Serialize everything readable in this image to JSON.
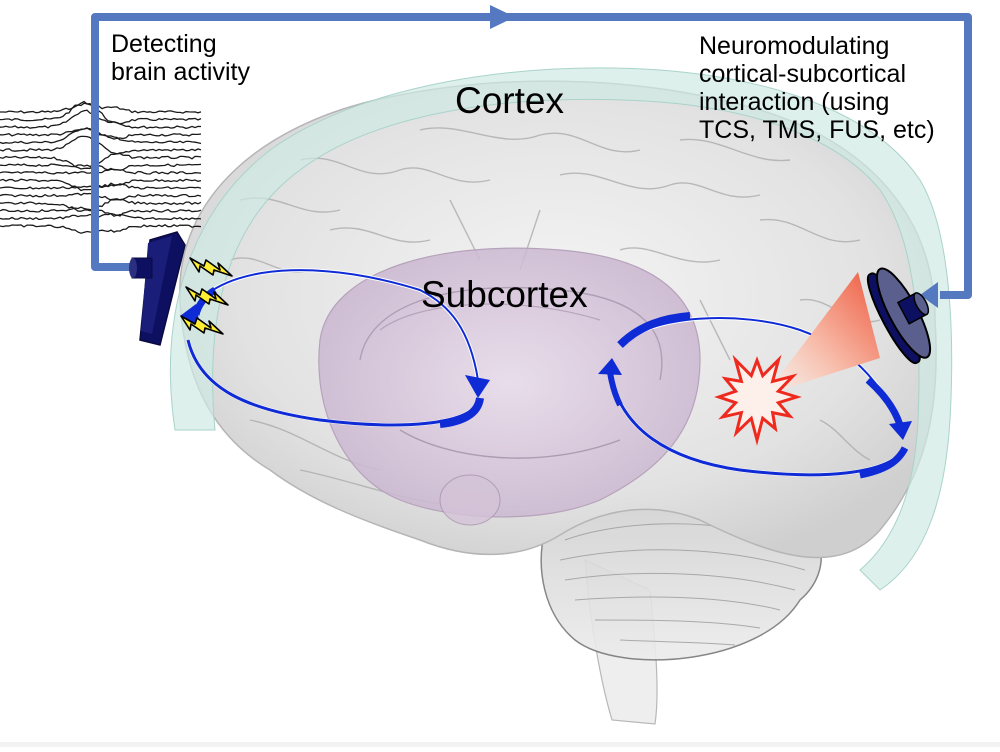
{
  "figure": {
    "type": "schematic",
    "subject": "closed-loop brain stimulation"
  },
  "labels": {
    "detecting": [
      "Detecting",
      "brain activity"
    ],
    "neuromodulating": [
      "Neuromodulating",
      "cortical-subcortical",
      "interaction (using",
      "TCS, TMS, FUS, etc)"
    ],
    "cortex": "Cortex",
    "subcortex": "Subcortex"
  },
  "colors": {
    "loop_line": "#5579c0",
    "device": "#0d1060",
    "device_face": "#5a5f8e",
    "cortex_layer": "#cfe9e3",
    "subcortex_region": "#d9c8dc",
    "brain_gray": "#d9d9d9",
    "interaction_arrow": "#0f2bd6",
    "lightning": "#ffee33",
    "stimulation_beam": "#f26b50",
    "burst_outline": "#ee2a1f",
    "eeg_trace": "#1a1a1a"
  },
  "icons": {
    "recording_device": "eeg-electrode-icon",
    "stimulation_device": "stimulator-icon",
    "signal": "lightning-bolt-icon",
    "stimulation_site": "burst-icon"
  },
  "eeg": {
    "channel_count": 16
  }
}
